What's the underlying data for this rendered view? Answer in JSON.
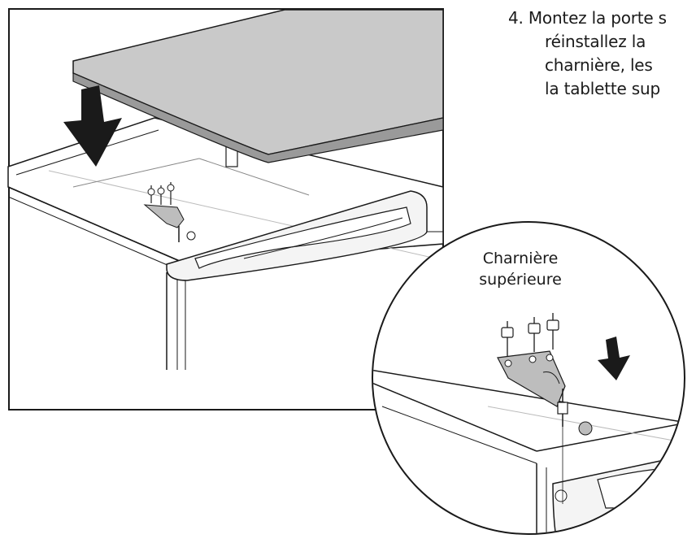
{
  "instruction": {
    "number": "4.",
    "line1": "Montez la porte s",
    "line2": "réinstallez la",
    "line3": "charnière, les",
    "line4": "la tablette sup"
  },
  "callout": {
    "label_line1": "Charnière",
    "label_line2": "supérieure"
  },
  "colors": {
    "line": "#1a1a1a",
    "lid_fill": "#c9c9c9",
    "lid_edge": "#9a9a9a",
    "arrow": "#1a1a1a",
    "plate": "#bdbdbd"
  }
}
